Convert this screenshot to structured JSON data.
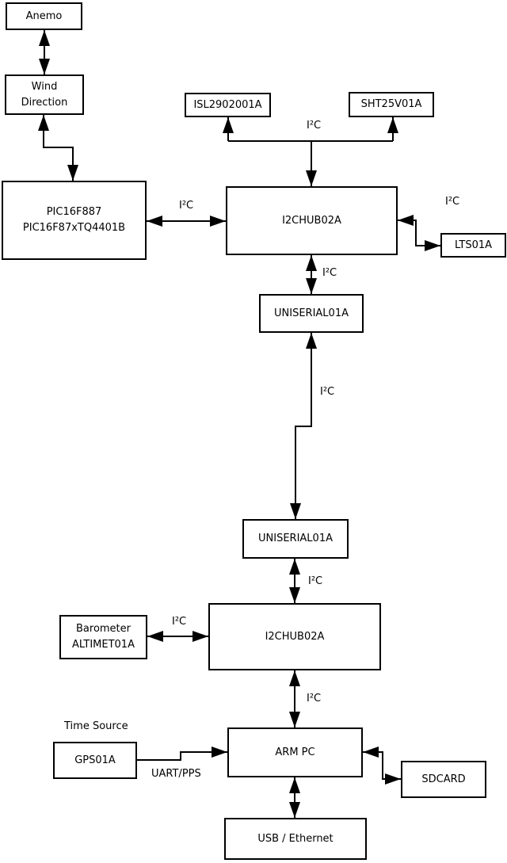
{
  "diagram": {
    "type": "block-diagram",
    "background_color": "#ffffff",
    "line_color": "#000000",
    "nodes": {
      "anemo": {
        "label": "Anemo"
      },
      "wind_direction": {
        "line1": "Wind",
        "line2": "Direction"
      },
      "pic": {
        "line1": "PIC16F887",
        "line2": "PIC16F87xTQ4401B"
      },
      "isl": {
        "label": "ISL2902001A"
      },
      "sht": {
        "label": "SHT25V01A"
      },
      "i2chub_top": {
        "label": "I2CHUB02A"
      },
      "lts": {
        "label": "LTS01A"
      },
      "uniserial_top": {
        "label": "UNISERIAL01A"
      },
      "uniserial_bottom": {
        "label": "UNISERIAL01A"
      },
      "i2chub_bottom": {
        "label": "I2CHUB02A"
      },
      "barometer": {
        "line1": "Barometer",
        "line2": "ALTIMET01A"
      },
      "arm_pc": {
        "label": "ARM PC"
      },
      "gps": {
        "label": "GPS01A"
      },
      "sdcard": {
        "label": "SDCARD"
      },
      "usb_ethernet": {
        "label": "USB / Ethernet"
      }
    },
    "edge_labels": {
      "i2c": "I²C",
      "uart_pps": "UART/PPS",
      "time_source": "Time Source"
    }
  }
}
